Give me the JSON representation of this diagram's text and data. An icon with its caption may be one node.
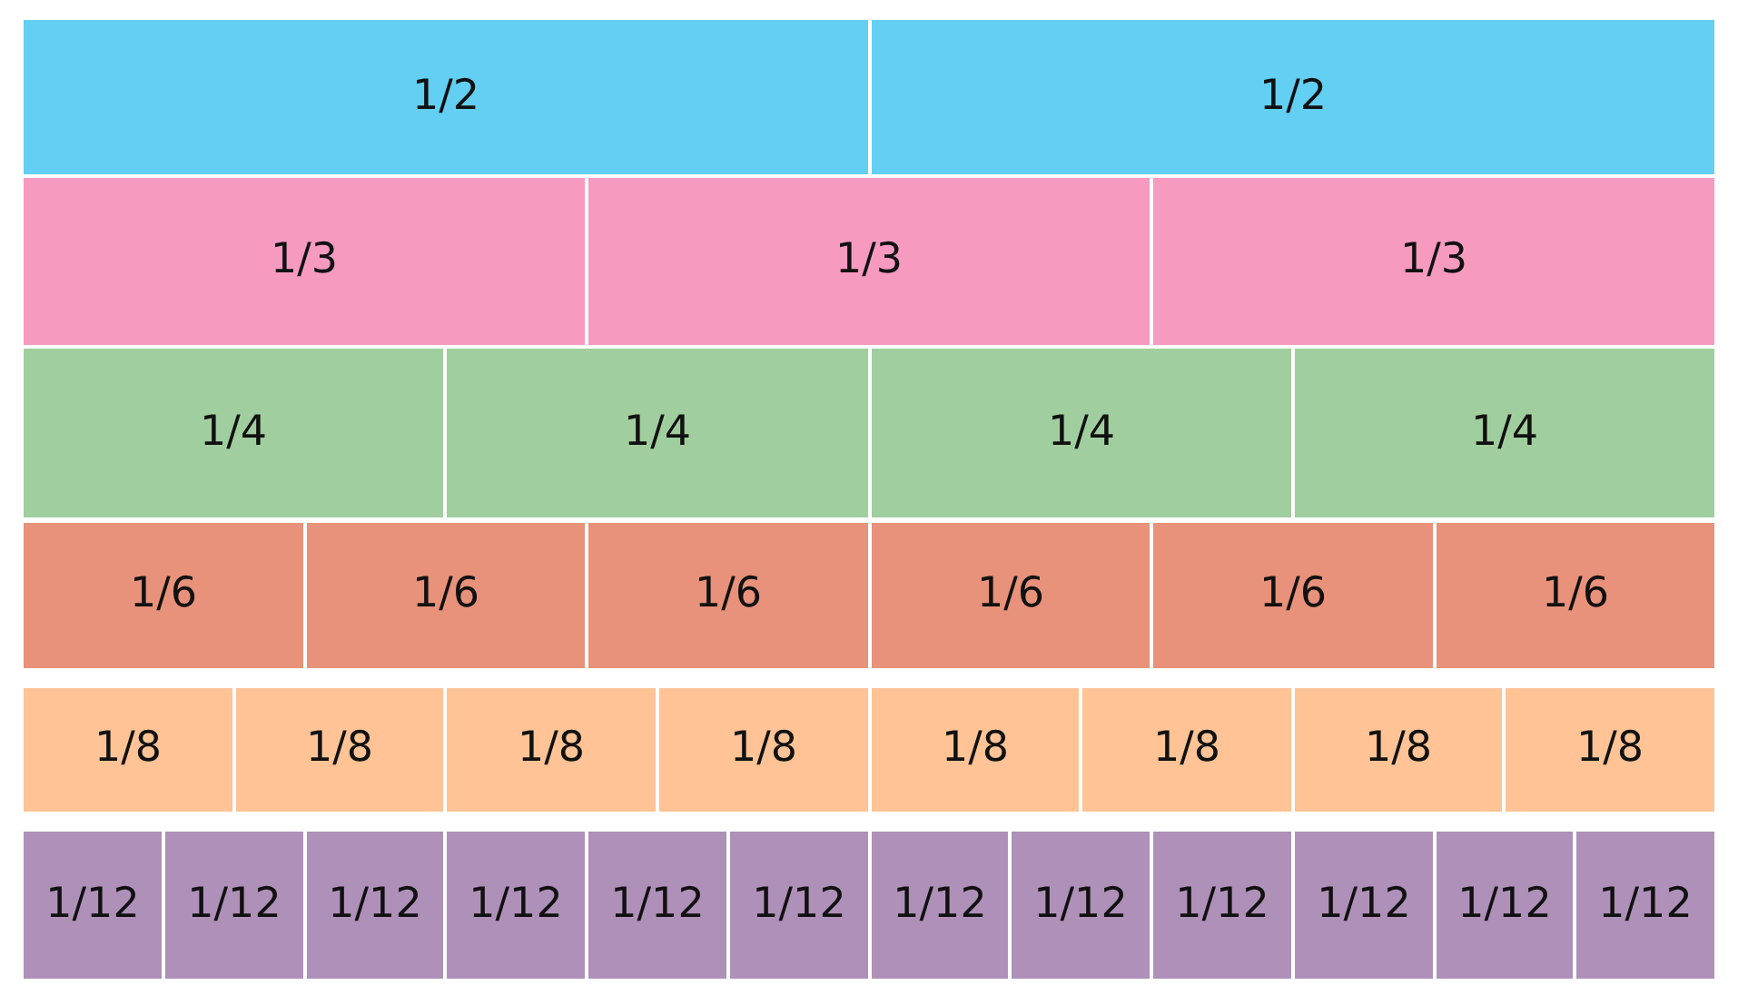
{
  "diagram": {
    "nodes": [
      {
        "text": [
          "1/2"
        ]
      },
      {
        "text": [
          "1/2"
        ]
      },
      {
        "text": [
          "1/3"
        ]
      },
      {
        "text": [
          "1/3"
        ]
      },
      {
        "text": [
          "1/3"
        ]
      },
      {
        "text": [
          "1/4"
        ]
      },
      {
        "text": [
          "1/4"
        ]
      },
      {
        "text": [
          "1/4"
        ]
      },
      {
        "text": [
          "1/4"
        ]
      },
      {
        "text": [
          "1/6"
        ]
      },
      {
        "text": [
          "1/6"
        ]
      },
      {
        "text": [
          "1/6"
        ]
      },
      {
        "text": [
          "1/6"
        ]
      },
      {
        "text": [
          "1/6"
        ]
      },
      {
        "text": [
          "1/6"
        ]
      },
      {
        "text": [
          "1/8"
        ]
      },
      {
        "text": [
          "1/8"
        ]
      },
      {
        "text": [
          "1/8"
        ]
      },
      {
        "text": [
          "1/8"
        ]
      },
      {
        "text": [
          "1/8"
        ]
      },
      {
        "text": [
          "1/8"
        ]
      },
      {
        "text": [
          "1/8"
        ]
      },
      {
        "text": [
          "1/8"
        ]
      },
      {
        "text": [
          "1/12"
        ]
      },
      {
        "text": [
          "1/12"
        ]
      },
      {
        "text": [
          "1/12"
        ]
      },
      {
        "text": [
          "1/12"
        ]
      },
      {
        "text": [
          "1/12"
        ]
      },
      {
        "text": [
          "1/12"
        ]
      },
      {
        "text": [
          "1/12"
        ]
      },
      {
        "text": [
          "1/12"
        ]
      },
      {
        "text": [
          "1/12"
        ]
      },
      {
        "text": [
          "1/12"
        ]
      },
      {
        "text": [
          "1/12"
        ]
      },
      {
        "text": [
          "1/12"
        ]
      }
    ]
  }
}
